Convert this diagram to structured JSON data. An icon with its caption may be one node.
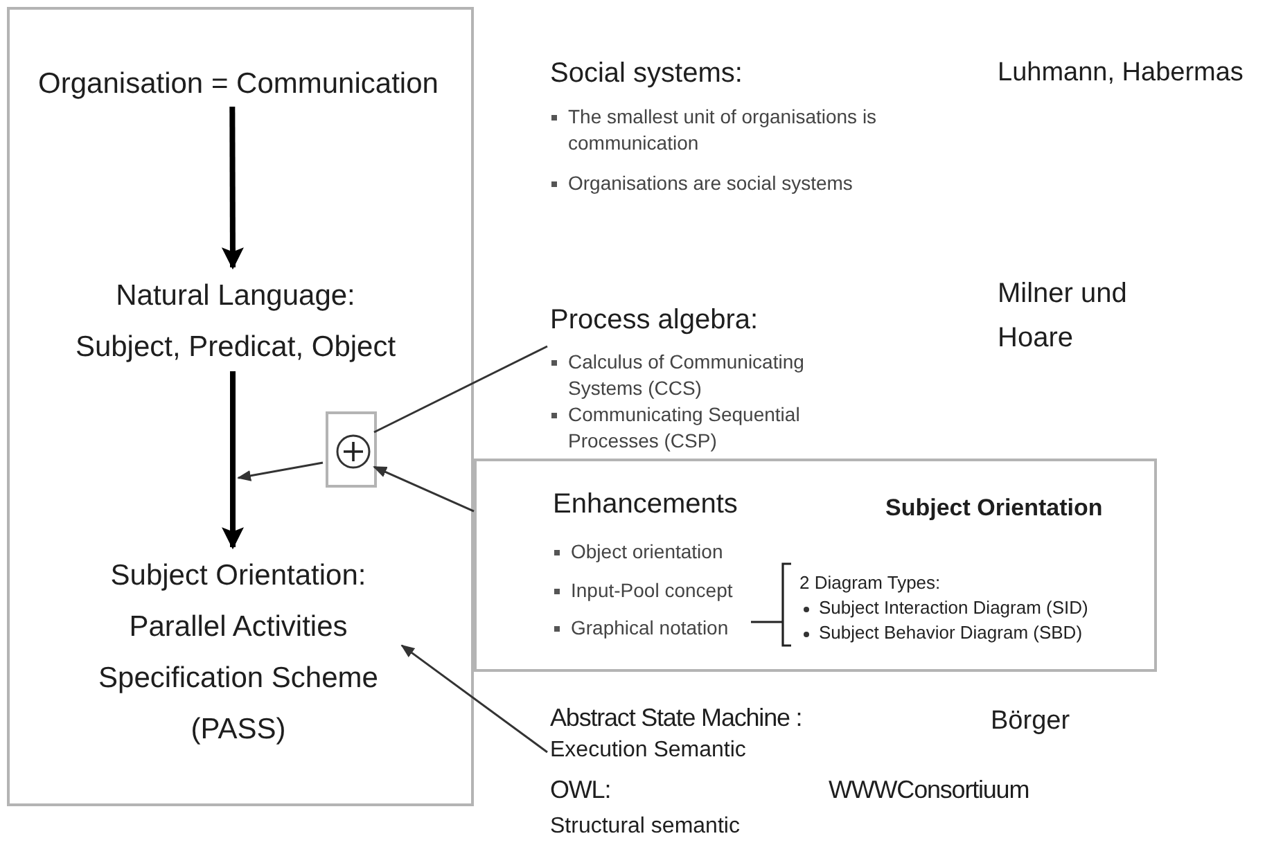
{
  "diagram": {
    "nodes": [
      {
        "text": [],
        "shape": "box"
      },
      {
        "text": [
          "Organisation = Communication"
        ],
        "in": 0
      },
      {
        "text": [
          "Natural Language: Subject, Predicat, Object"
        ],
        "in": 0
      },
      {
        "text": [
          "Subject Orientation: Parallel Activities Specification Scheme (PASS)"
        ],
        "in": 0
      },
      {
        "text": [],
        "shape": "box",
        "in": 0
      },
      {
        "text": [
          "Process algebra:",
          "Calculus of Communicating Systems (CCS)",
          "Communicating Sequential Processes (CSP)"
        ]
      },
      {
        "text": [
          "Enhancements",
          "Subject Orientation",
          "Object orientation",
          "Input-Pool concept",
          "Graphical notation",
          "2 Diagram Types:",
          "Subject Interaction Diagram (SID)",
          "Subject Behavior Diagram (SBD)"
        ]
      },
      {
        "text": [
          "Abstract State Machine :",
          "Execution Semantic"
        ]
      }
    ],
    "edges": [
      {
        "from": 1,
        "to": 2,
        "arrow": "to",
        "style": "thick"
      },
      {
        "from": 2,
        "to": 3,
        "arrow": "to",
        "style": "thick"
      },
      {
        "from": 5,
        "to": 4,
        "arrow": "none"
      },
      {
        "from": 4,
        "to": null,
        "arrow": "to"
      },
      {
        "from": 6,
        "to": 4,
        "arrow": "to"
      },
      {
        "from": 7,
        "to": 3,
        "arrow": "to"
      }
    ],
    "labels": [
      "Social systems:",
      "The smallest unit of organisations is communication",
      "Organisations are social systems",
      "Luhmann, Habermas",
      "Milner und Hoare",
      "Börger",
      "OWL:",
      "WWWConsortiuum",
      "Structural semantic"
    ]
  }
}
